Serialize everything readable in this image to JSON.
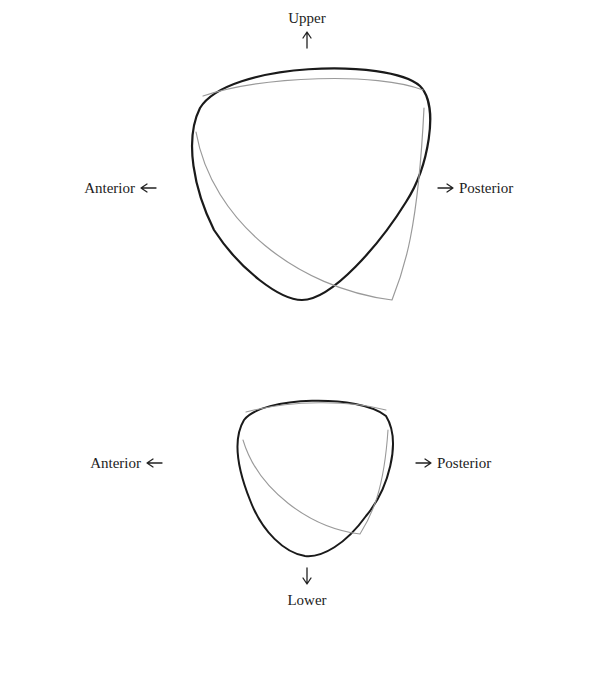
{
  "diagram": {
    "labels": [
      "Upper",
      "Anterior",
      "Posterior",
      "Anterior",
      "Posterior",
      "Lower"
    ]
  }
}
